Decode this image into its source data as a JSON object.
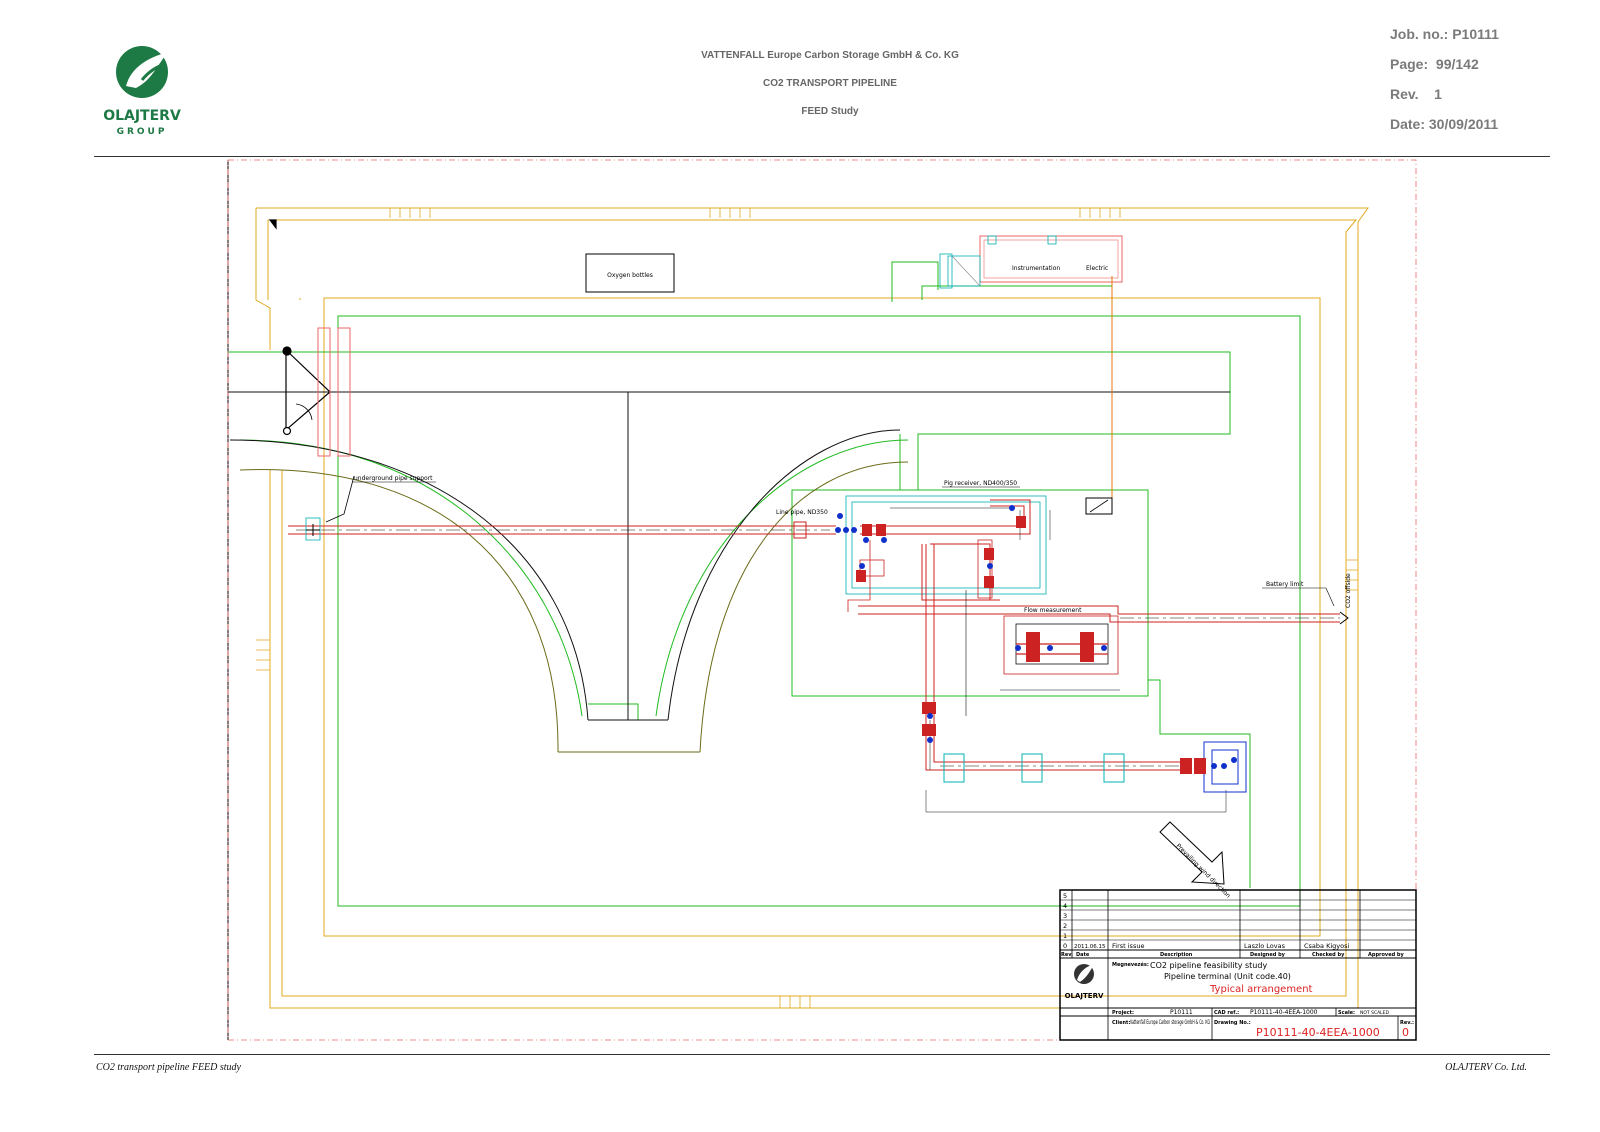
{
  "header": {
    "logo": {
      "icon": "olajterv-leaf-logo",
      "name": "OLAJTERV",
      "group": "GROUP",
      "brand_color": "#1e7a45"
    },
    "company_line": "VATTENFALL Europe Carbon Storage GmbH & Co. KG",
    "project_line": "CO2 TRANSPORT PIPELINE",
    "study_line": "FEED Study",
    "job_no": "Job. no.: P10111",
    "page": "Page:  99/142",
    "rev": "Rev.    1",
    "date": "Date: 30/09/2011"
  },
  "drawing": {
    "labels": {
      "oxygen": "Oxygen bottles",
      "instrumentation": "Instrumentation",
      "electric": "Electric",
      "underground_support": "underground pipe support",
      "pig_receiver": "Pig receiver, ND400/350",
      "line_pipe": "Line pipe, ND350",
      "flow_measurement": "Flow measurement",
      "battery_limit": "Battery limit",
      "co2_offside": "CO2 offside",
      "prevailing_wind": "Prevailing wind direction"
    },
    "colors": {
      "fence": "#e0a820",
      "green_road": "#22bb22",
      "pipe": "#cc2222",
      "cyan": "#00b0b0",
      "olive": "#6b6b1a",
      "cable": "#e07a10",
      "pink": "#ee6666",
      "blue": "#1030cc"
    }
  },
  "title_block": {
    "rev_rows": [
      "5",
      "4",
      "3",
      "2",
      "1",
      "0"
    ],
    "rev0": {
      "date": "2011.06.15",
      "description": "First issue",
      "designed": "Laszlo Lovas",
      "checked": "Csaba Kigyosi"
    },
    "cols": {
      "rev": "Rev.",
      "date": "Date",
      "description": "Description",
      "designed": "Designed by",
      "checked": "Checked by",
      "approved": "Approved by"
    },
    "title_label": "Megnevezés:",
    "title1": "CO2 pipeline feasibility study",
    "title2": "Pipeline terminal (Unit code.40)",
    "title3": "Typical arrangement",
    "logo_text": "OLAJTERV",
    "project_label": "Project:",
    "project_value": "P10111",
    "cad_label": "CAD ref.:",
    "cad_value": "P10111-40-4EEA-1000",
    "scale_label": "Scale:",
    "scale_value": "NOT SCALED",
    "client_label": "Client:",
    "client_value": "Vattenfall Europe Carbon storage GmbH & Co. KG",
    "drawing_no_label": "Drawing No.:",
    "drawing_no": "P10111-40-4EEA-1000",
    "rev_label": "Rev.:",
    "rev_value": "0"
  },
  "footer": {
    "left": "CO2 transport pipeline FEED study",
    "right": "OLAJTERV Co. Ltd."
  }
}
